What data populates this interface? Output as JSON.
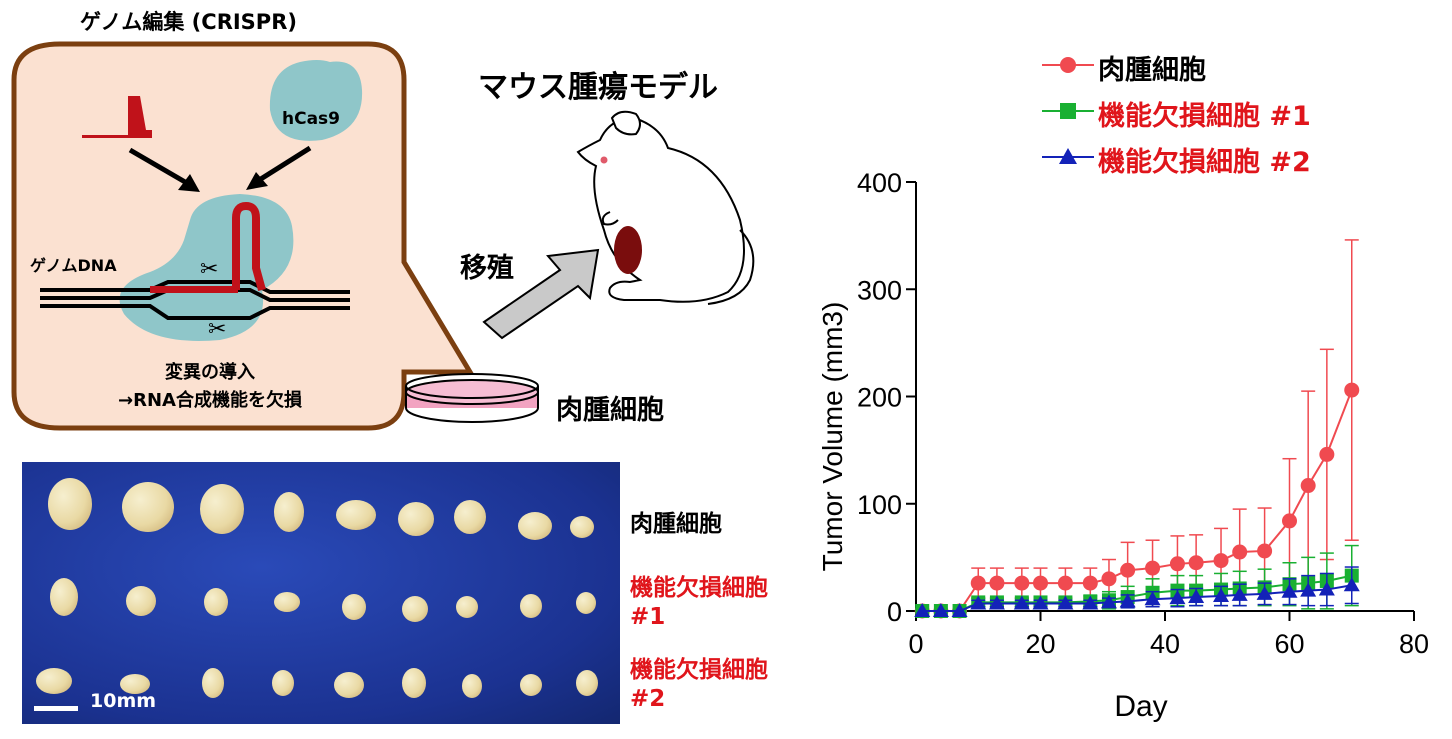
{
  "schematic": {
    "title": "ゲノム編集 (CRISPR)",
    "hcas9": "hCas9",
    "genome_dna": "ゲノムDNA",
    "mutation_line1": "変異の導入",
    "mutation_line2": "→RNA合成機能を欠損"
  },
  "mouse_model": {
    "title": "マウス腫瘍モデル",
    "transplant": "移殖",
    "dish_label": "肉腫細胞"
  },
  "photo": {
    "scale_label": "10mm",
    "row_labels": [
      {
        "line1": "肉腫細胞",
        "line2": ""
      },
      {
        "line1": "機能欠損細胞",
        "line2": "#1"
      },
      {
        "line1": "機能欠損細胞",
        "line2": "#2"
      }
    ]
  },
  "chart_data": {
    "type": "line",
    "xlabel": "Day",
    "ylabel": "Tumor Volume (mm3)",
    "xlim": [
      0,
      80
    ],
    "ylim": [
      0,
      400
    ],
    "xticks": [
      "0",
      "20",
      "40",
      "60",
      "80"
    ],
    "yticks": [
      "0",
      "100",
      "200",
      "300",
      "400"
    ],
    "legend_position": "top",
    "series": [
      {
        "name": "肉腫細胞",
        "color": "#f04a50",
        "marker": "circle",
        "x": [
          1,
          4,
          7,
          10,
          13,
          17,
          20,
          24,
          28,
          31,
          34,
          38,
          42,
          45,
          49,
          52,
          56,
          60,
          63,
          66,
          70
        ],
        "y": [
          0,
          0,
          0,
          26,
          26,
          26,
          26,
          26,
          26,
          30,
          38,
          40,
          44,
          45,
          47,
          55,
          56,
          84,
          117,
          146,
          206
        ],
        "err": [
          0,
          0,
          0,
          14,
          14,
          14,
          14,
          14,
          14,
          18,
          26,
          26,
          26,
          26,
          30,
          40,
          40,
          58,
          88,
          98,
          140
        ]
      },
      {
        "name": "機能欠損細胞 #1",
        "color": "#19b032",
        "marker": "square",
        "x": [
          1,
          4,
          7,
          10,
          13,
          17,
          20,
          24,
          28,
          31,
          34,
          38,
          42,
          45,
          49,
          52,
          56,
          60,
          63,
          66,
          70
        ],
        "y": [
          0,
          0,
          0,
          8,
          8,
          8,
          8,
          8,
          9,
          10,
          13,
          17,
          19,
          19,
          20,
          21,
          22,
          25,
          26,
          28,
          33
        ],
        "err": [
          0,
          0,
          0,
          4,
          4,
          4,
          4,
          4,
          5,
          8,
          10,
          13,
          14,
          14,
          15,
          16,
          17,
          20,
          24,
          26,
          28
        ]
      },
      {
        "name": "機能欠損細胞 #2",
        "color": "#1322b8",
        "marker": "triangle",
        "x": [
          1,
          4,
          7,
          10,
          13,
          17,
          20,
          24,
          28,
          31,
          34,
          38,
          42,
          45,
          49,
          52,
          56,
          60,
          63,
          66,
          70
        ],
        "y": [
          0,
          0,
          0,
          7,
          7,
          7,
          7,
          7,
          7,
          8,
          9,
          11,
          12,
          13,
          14,
          15,
          16,
          18,
          19,
          20,
          24
        ],
        "err": [
          0,
          0,
          0,
          3,
          3,
          3,
          3,
          3,
          3,
          4,
          6,
          7,
          8,
          8,
          9,
          10,
          10,
          12,
          14,
          15,
          17
        ]
      }
    ]
  }
}
